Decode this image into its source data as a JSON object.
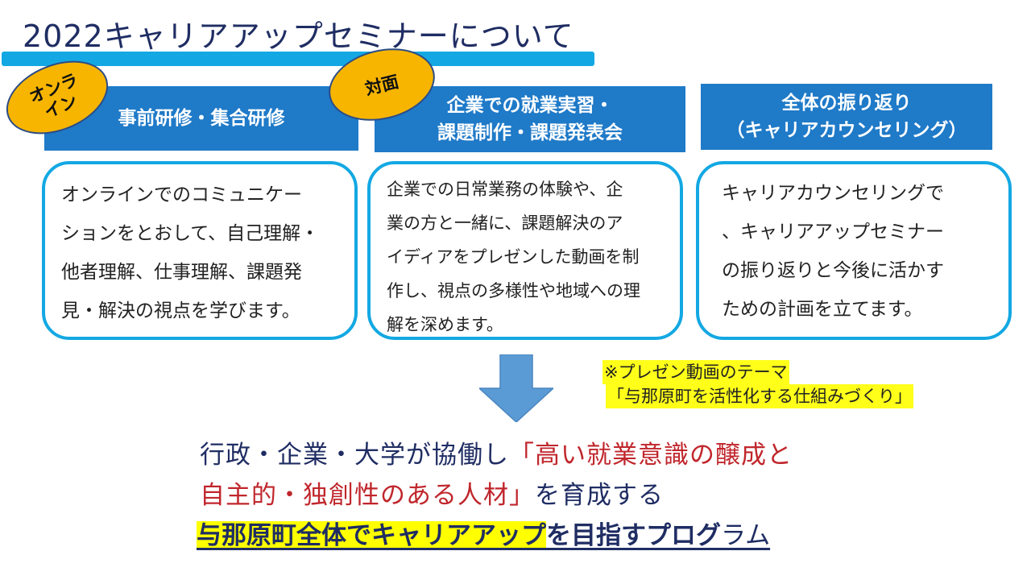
{
  "title": "2022キャリアアップセミナーについて",
  "badges": {
    "online": "オンライン",
    "in_person": "対面"
  },
  "headers": {
    "col1": "事前研修・集合研修",
    "col2_line1": "企業での就業実習・",
    "col2_line2": "課題制作・課題発表会",
    "col3_line1": "全体の振り返り",
    "col3_line2": "（キャリアカウンセリング）"
  },
  "boxes": {
    "col1": [
      "オンラインでのコミュニケー",
      "ションをとおして、自己理解・",
      "他者理解、仕事理解、課題発",
      "見・解決の視点を学びます。"
    ],
    "col2": [
      "企業での日常業務の体験や、企",
      "業の方と一緒に、課題解決のア",
      "イディアをプレゼンした動画を制",
      "作し、視点の多様性や地域への理",
      "解を深めます。"
    ],
    "col3": [
      "キャリアカウンセリングで",
      "、キャリアアップセミナー",
      "の振り返りと今後に活かす",
      "ための計画を立てます。"
    ]
  },
  "note": {
    "line1": "※プレゼン動画のテーマ",
    "line2": "「与那原町を活性化する仕組みづくり」"
  },
  "summary": {
    "line1_a": "行政・企業・大学が協働し",
    "line1_b": "「高い就業意識の醸成と",
    "line2_a": "自主的・独創性のある人材」",
    "line2_b": "を育成する"
  },
  "bottom": {
    "highlight": "与那原町全体でキャリアアップ",
    "bold": "を目指すプログ",
    "plain": "ラム"
  },
  "colors": {
    "accent_blue": "#1f7ac8",
    "bar_blue": "#13a8e3",
    "badge_orange": "#f7b500",
    "text_navy": "#1f2d63",
    "text_red": "#c0262c",
    "highlight_yellow": "#ffff00"
  }
}
